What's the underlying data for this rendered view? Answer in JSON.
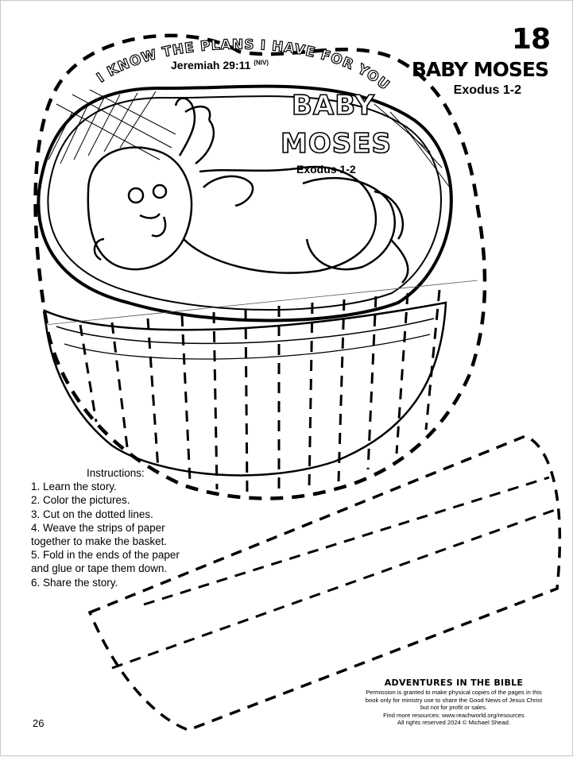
{
  "header": {
    "lesson_number": "18",
    "lesson_title": "BABY MOSES",
    "lesson_reference": "Exodus 1-2"
  },
  "cutout": {
    "verse_text": "I KNOW THE PLANS I HAVE FOR YOU,",
    "verse_reference": "Jeremiah 29:11",
    "verse_version": "(NIV)",
    "title_line_1": "BABY",
    "title_line_2": "MOSES",
    "reference": "Exodus 1-2"
  },
  "instructions": {
    "heading": "Instructions:",
    "steps": [
      "1. Learn the story.",
      "2. Color the pictures.",
      "3. Cut on the dotted lines.",
      "4. Weave the strips of paper",
      "together to make the basket.",
      "5. Fold in the ends of the paper",
      "and glue or tape them down.",
      "6. Share the story."
    ]
  },
  "footer": {
    "brand": "ADVENTURES IN THE BIBLE",
    "permission_lines": [
      "Permission is granted to make physical copies of the pages in this",
      "book only for ministry use to share the Good News of Jesus Christ",
      "but not for profit or sales.",
      "Find more resources: www.reachworld.org/resources",
      "All rights reserved 2024 © Michael Shead."
    ],
    "page_number": "26"
  },
  "colors": {
    "ink": "#000000",
    "paper": "#ffffff",
    "page_border": "#c8c8c8"
  }
}
